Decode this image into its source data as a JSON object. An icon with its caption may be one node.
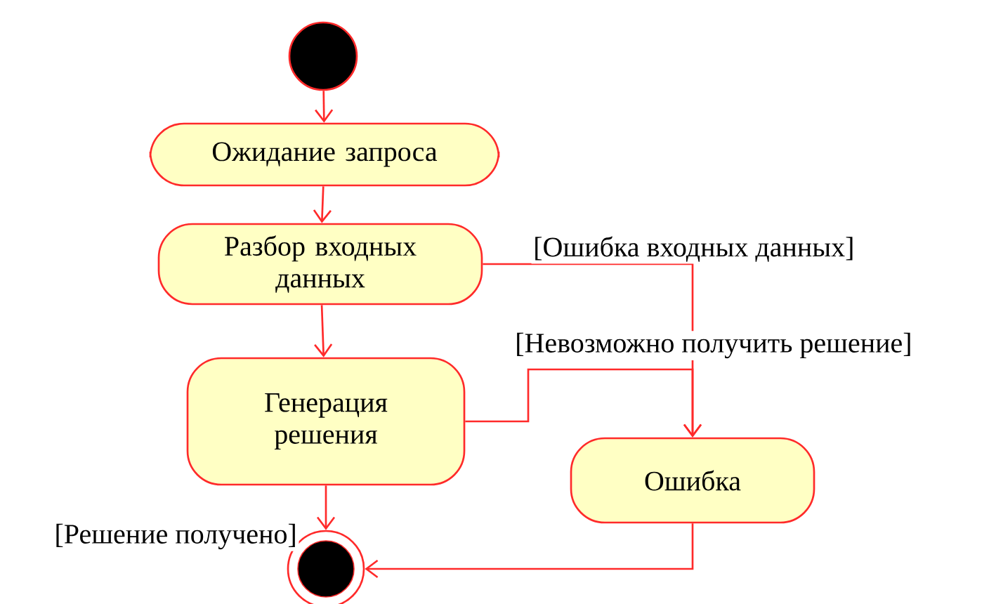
{
  "diagram": {
    "nodes": [
      {
        "text": [],
        "shape": "circle"
      },
      {
        "text": [
          "Ожидание запроса"
        ]
      },
      {
        "text": [
          "Разбор входных данных"
        ]
      },
      {
        "text": [
          "Генерация решения"
        ]
      },
      {
        "text": [
          "Ошибка"
        ]
      },
      {
        "text": [],
        "shape": "circle"
      }
    ],
    "edges": [
      {
        "from": 0,
        "to": 1,
        "arrow": "to"
      },
      {
        "from": 1,
        "to": 2,
        "arrow": "to"
      },
      {
        "from": 2,
        "to": 3,
        "arrow": "to"
      },
      {
        "from": 2,
        "to": 4,
        "arrow": "to",
        "label": "[Ошибка входных данных]"
      },
      {
        "from": 3,
        "to": 4,
        "arrow": "to",
        "label": "[Невозможно получить решение]"
      },
      {
        "from": 3,
        "to": 5,
        "arrow": "to",
        "label": "[Решение получено]"
      },
      {
        "from": 4,
        "to": 5,
        "arrow": "to"
      }
    ]
  }
}
